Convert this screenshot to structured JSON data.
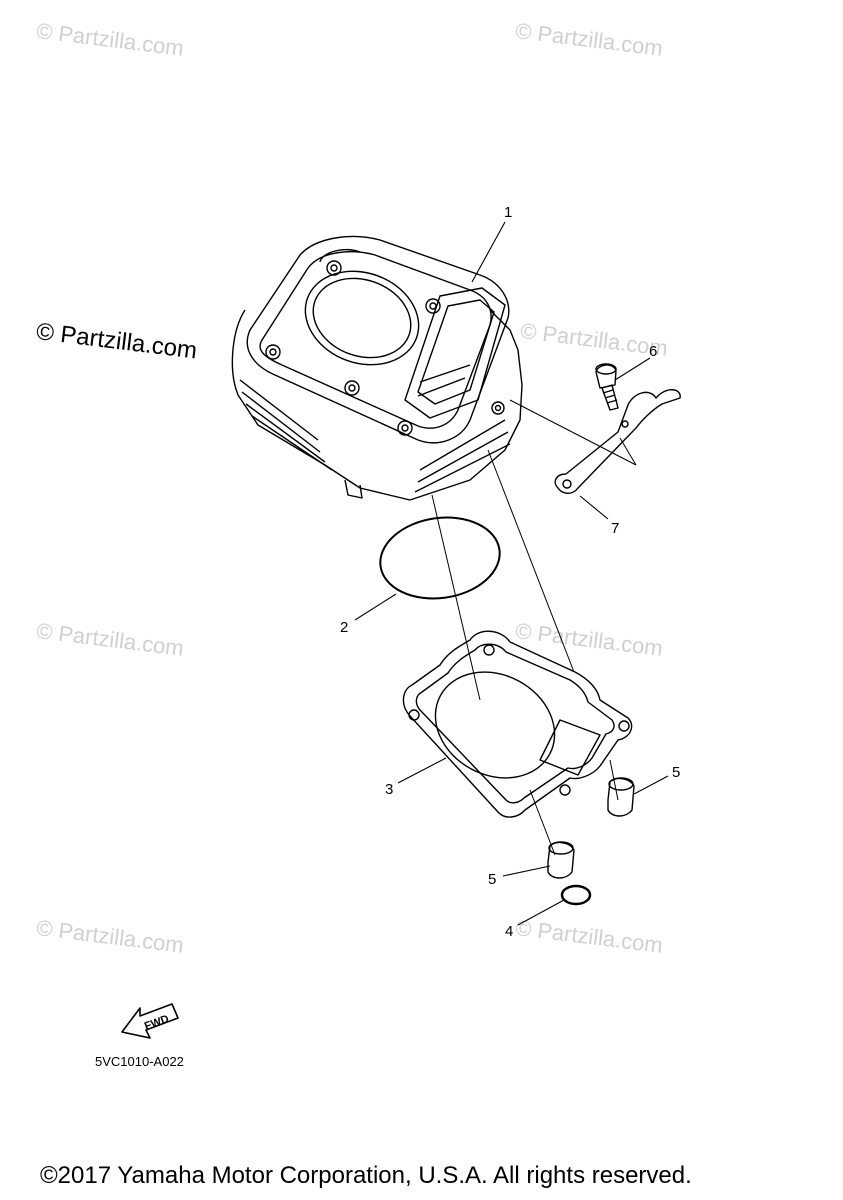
{
  "watermark": "© Partzilla.com",
  "callouts": [
    "1",
    "2",
    "3",
    "4",
    "5",
    "5",
    "6",
    "7"
  ],
  "fwd_label": "FWD",
  "diagram_code": "5VC1010-A022",
  "copyright": "©2017 Yamaha Motor Corporation, U.S.A. All rights reserved."
}
